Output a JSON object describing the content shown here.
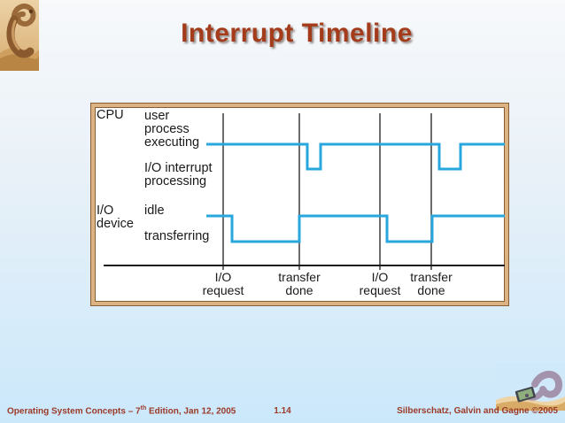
{
  "slide": {
    "title": "Interrupt Timeline"
  },
  "diagram": {
    "cpu_label": "CPU",
    "cpu_states": {
      "executing": "user\nprocess\nexecuting",
      "interrupt": "I/O interrupt\nprocessing"
    },
    "io_label": "I/O\ndevice",
    "io_states": {
      "idle": "idle",
      "transferring": "transferring"
    },
    "events": [
      "I/O\nrequest",
      "transfer\ndone",
      "I/O\nrequest",
      "transfer\ndone"
    ],
    "waveform_semantics": {
      "cpu_sequence": [
        "user process executing",
        "I/O interrupt processing",
        "user process executing",
        "I/O interrupt processing",
        "user process executing"
      ],
      "io_device_sequence": [
        "idle",
        "transferring",
        "idle",
        "transferring",
        "idle"
      ],
      "event_order": [
        "I/O request",
        "transfer done",
        "I/O request",
        "transfer done"
      ]
    },
    "colors": {
      "waveform_blue": "#27a7dd",
      "frame_tan": "#dcb382",
      "frame_edge": "#8a5c33",
      "title_red": "#a43c1c",
      "footer_red": "#9c3a28"
    }
  },
  "footer": {
    "left_prefix": "Operating System Concepts – 7",
    "left_superscript": "th",
    "left_suffix": " Edition, Jan 12, 2005",
    "page": "1.14",
    "right": "Silberschatz, Galvin and Gagne ©2005"
  }
}
